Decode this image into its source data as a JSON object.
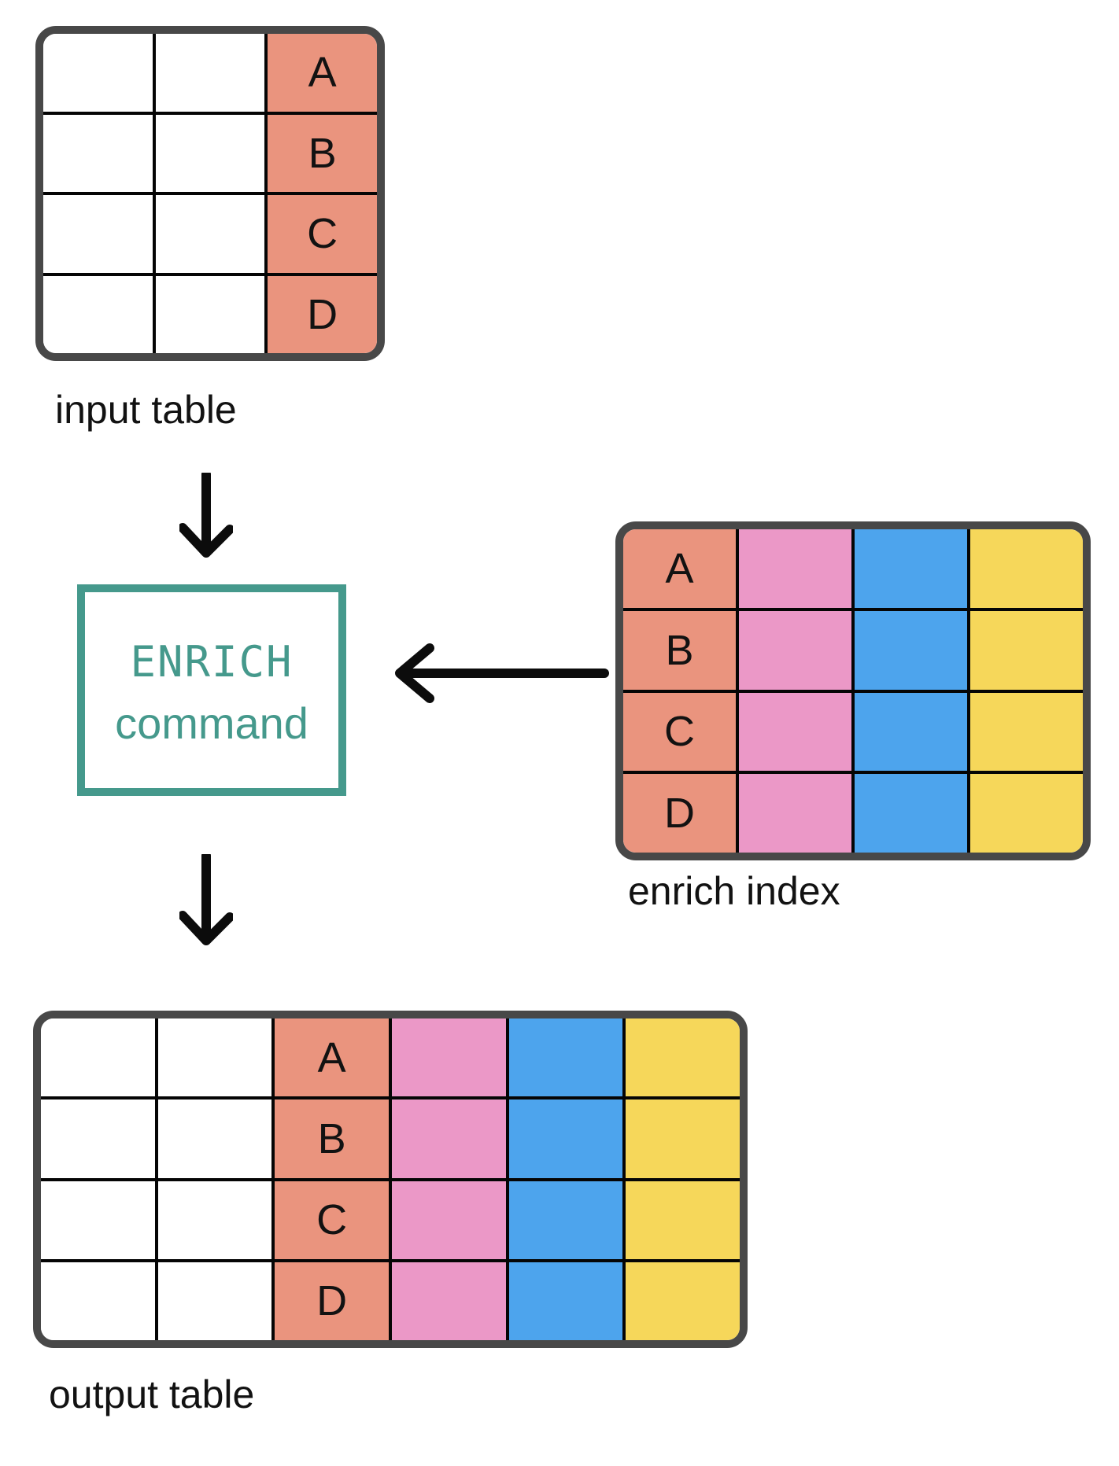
{
  "labels": {
    "input_table": "input table",
    "enrich_index": "enrich index",
    "output_table": "output table"
  },
  "command_box": {
    "line1": "ENRICH",
    "line2": "command"
  },
  "icons": {
    "down_arrow": "↓",
    "left_arrow": "←"
  },
  "colors": {
    "white": "#FFFFFF",
    "salmon": "#EA947E",
    "pink": "#EB98C7",
    "blue": "#4DA4ED",
    "yellow": "#F6D75A",
    "teal": "#45998C",
    "outline": "#484848",
    "grid": "#050505",
    "arrow": "#0C0C0C",
    "text": "#121212"
  },
  "tables": {
    "input": {
      "rows": 4,
      "columns": [
        {
          "fill": "white"
        },
        {
          "fill": "white"
        },
        {
          "fill": "salmon",
          "labels": [
            "A",
            "B",
            "C",
            "D"
          ]
        }
      ]
    },
    "enrich": {
      "rows": 4,
      "columns": [
        {
          "fill": "salmon",
          "labels": [
            "A",
            "B",
            "C",
            "D"
          ]
        },
        {
          "fill": "pink"
        },
        {
          "fill": "blue"
        },
        {
          "fill": "yellow"
        }
      ]
    },
    "output": {
      "rows": 4,
      "columns": [
        {
          "fill": "white"
        },
        {
          "fill": "white"
        },
        {
          "fill": "salmon",
          "labels": [
            "A",
            "B",
            "C",
            "D"
          ]
        },
        {
          "fill": "pink"
        },
        {
          "fill": "blue"
        },
        {
          "fill": "yellow"
        }
      ]
    }
  }
}
